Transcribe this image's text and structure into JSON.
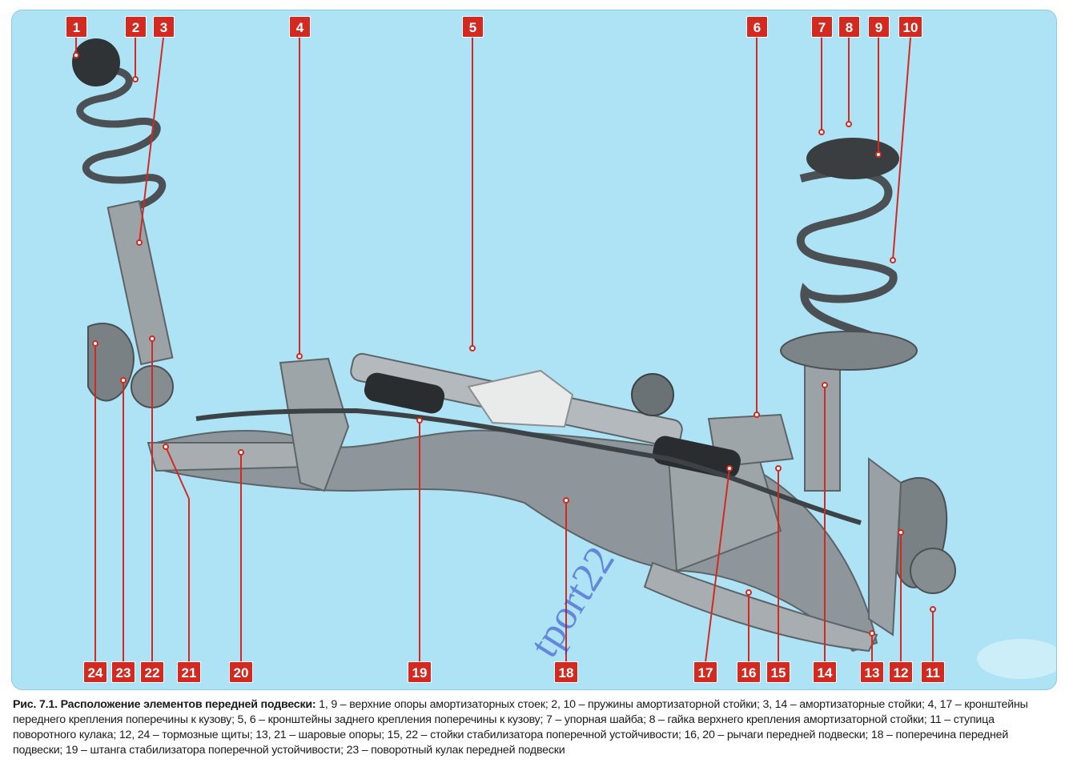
{
  "figure": {
    "callouts": [
      "1",
      "2",
      "3",
      "4",
      "5",
      "6",
      "7",
      "8",
      "9",
      "10",
      "11",
      "12",
      "13",
      "14",
      "15",
      "16",
      "17",
      "18",
      "19",
      "20",
      "21",
      "22",
      "23",
      "24"
    ]
  },
  "caption": {
    "title": "Рис. 7.1. Расположение элементов передней подвески:",
    "text": " 1, 9 – верхние опоры амортизаторных стоек; 2, 10 – пружины амортизаторной стойки; 3, 14 – амортизаторные стойки; 4, 17 – кронштейны переднего крепления поперечины к кузову; 5, 6 – кронштейны заднего крепления поперечины к кузову; 7 – упорная шайба; 8 – гайка верхнего крепления амортизаторной стойки; 11 – ступица поворотного кулака; 12, 24 – тормозные щиты; 13, 21 – шаровые опоры; 15, 22 – стойки стабилизатора поперечной устойчивости; 16, 20 – рычаги передней подвески; 18 – поперечина передней подвески; 19 – штанга стабилизатора поперечной устойчивости; 23 – поворотный кулак передней подвески"
  },
  "watermark": "tport22",
  "colors": {
    "background": "#aee3f5",
    "badge": "#d22a20",
    "metal": "#9aa1a6"
  }
}
